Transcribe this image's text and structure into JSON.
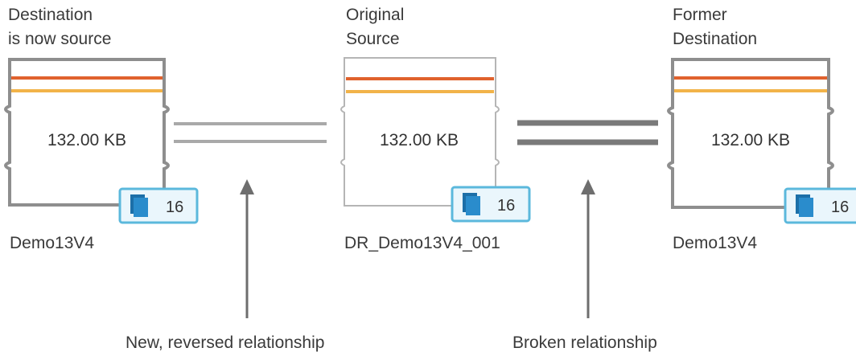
{
  "volumes": [
    {
      "caption_line1": "Destination",
      "caption_line2": "is now source",
      "size": "132.00 KB",
      "count": "16",
      "name": "Demo13V4"
    },
    {
      "caption_line1": "Original",
      "caption_line2": "Source",
      "size": "132.00 KB",
      "count": "16",
      "name": "DR_Demo13V4_001"
    },
    {
      "caption_line1": "Former",
      "caption_line2": "Destination",
      "size": "132.00 KB",
      "count": "16",
      "name": "Demo13V4"
    }
  ],
  "relationships": [
    {
      "label": "New, reversed relationship",
      "style": "thin-light"
    },
    {
      "label": "Broken relationship",
      "style": "thick-dark"
    }
  ],
  "colors": {
    "volume_border": "#8e8e8e",
    "volume_border_light": "#b5b5b5",
    "stripe_top": "#e0622d",
    "stripe_bottom": "#f2b349",
    "badge_border": "#5bb8dc",
    "badge_bg": "#eaf6fc",
    "icon_blue": "#2a8ccc",
    "link_light": "#a9a9a9",
    "link_dark": "#7a7a7a",
    "arrow": "#6e6e6e"
  }
}
